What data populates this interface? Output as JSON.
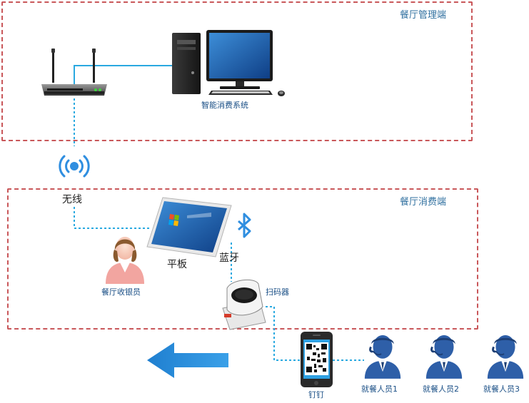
{
  "zones": {
    "management": {
      "title": "餐厅管理端"
    },
    "consumption": {
      "title": "餐厅消费端"
    }
  },
  "nodes": {
    "router": {
      "icon": "router-icon"
    },
    "pc": {
      "label": "智能消费系统",
      "icon": "desktop-computer-icon"
    },
    "wireless": {
      "label": "无线",
      "icon": "wireless-signal-icon"
    },
    "tablet": {
      "label": "平板",
      "icon": "tablet-icon"
    },
    "bluetooth": {
      "label": "蓝牙",
      "icon": "bluetooth-icon"
    },
    "cashier": {
      "label": "餐厅收银员",
      "icon": "cashier-person-icon"
    },
    "scanner": {
      "label": "扫码器",
      "icon": "qr-scanner-icon"
    },
    "phone": {
      "label": "钉钉",
      "icon": "phone-qr-icon"
    },
    "diners": [
      {
        "label": "就餐人员1"
      },
      {
        "label": "就餐人员2"
      },
      {
        "label": "就餐人员3"
      }
    ]
  },
  "colors": {
    "region_border": "#c9575a",
    "connector": "#29a9e0",
    "zone_title": "#2f6f9f",
    "node_label": "#1a4f86",
    "person_blue": "#2e5fa8",
    "arrow_blue": "#2b8fd8"
  }
}
